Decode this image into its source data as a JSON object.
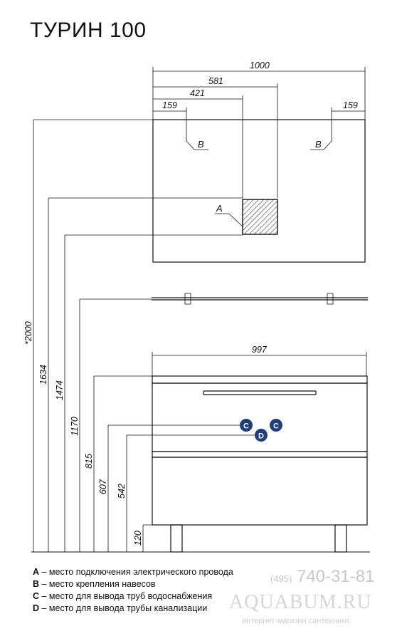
{
  "title": "ТУРИН 100",
  "dimensions": {
    "mirror_width": "1000",
    "to_socket_right": "581",
    "to_socket_left": "421",
    "hook_left": "159",
    "hook_right": "159",
    "cabinet_width": "997",
    "height_total": "*2000",
    "height_socket_top": "1634",
    "height_socket_bottom": "1474",
    "height_shelf": "1170",
    "height_top": "815",
    "height_water": "607",
    "height_drain": "542",
    "height_legs": "120"
  },
  "labels": {
    "a": "A",
    "b_left": "B",
    "b_right": "B",
    "c_left": "C",
    "c_right": "C",
    "d": "D"
  },
  "legend": [
    {
      "key": "A",
      "text": " – место подключения электрического провода"
    },
    {
      "key": "B",
      "text": " – место крепления навесов"
    },
    {
      "key": "C",
      "text": " – место для вывода труб водоснабжения"
    },
    {
      "key": "D",
      "text": " – место для вывода трубы канализации"
    }
  ],
  "watermark": {
    "phone_prefix": "(495)",
    "phone": " 740-31-81",
    "site": "AQUABUM.RU",
    "shop": "интернет-магазин сантехники"
  },
  "colors": {
    "marker_fill": "#1f3f7a",
    "hatch": "#222222",
    "watermark": "#cccccc"
  }
}
